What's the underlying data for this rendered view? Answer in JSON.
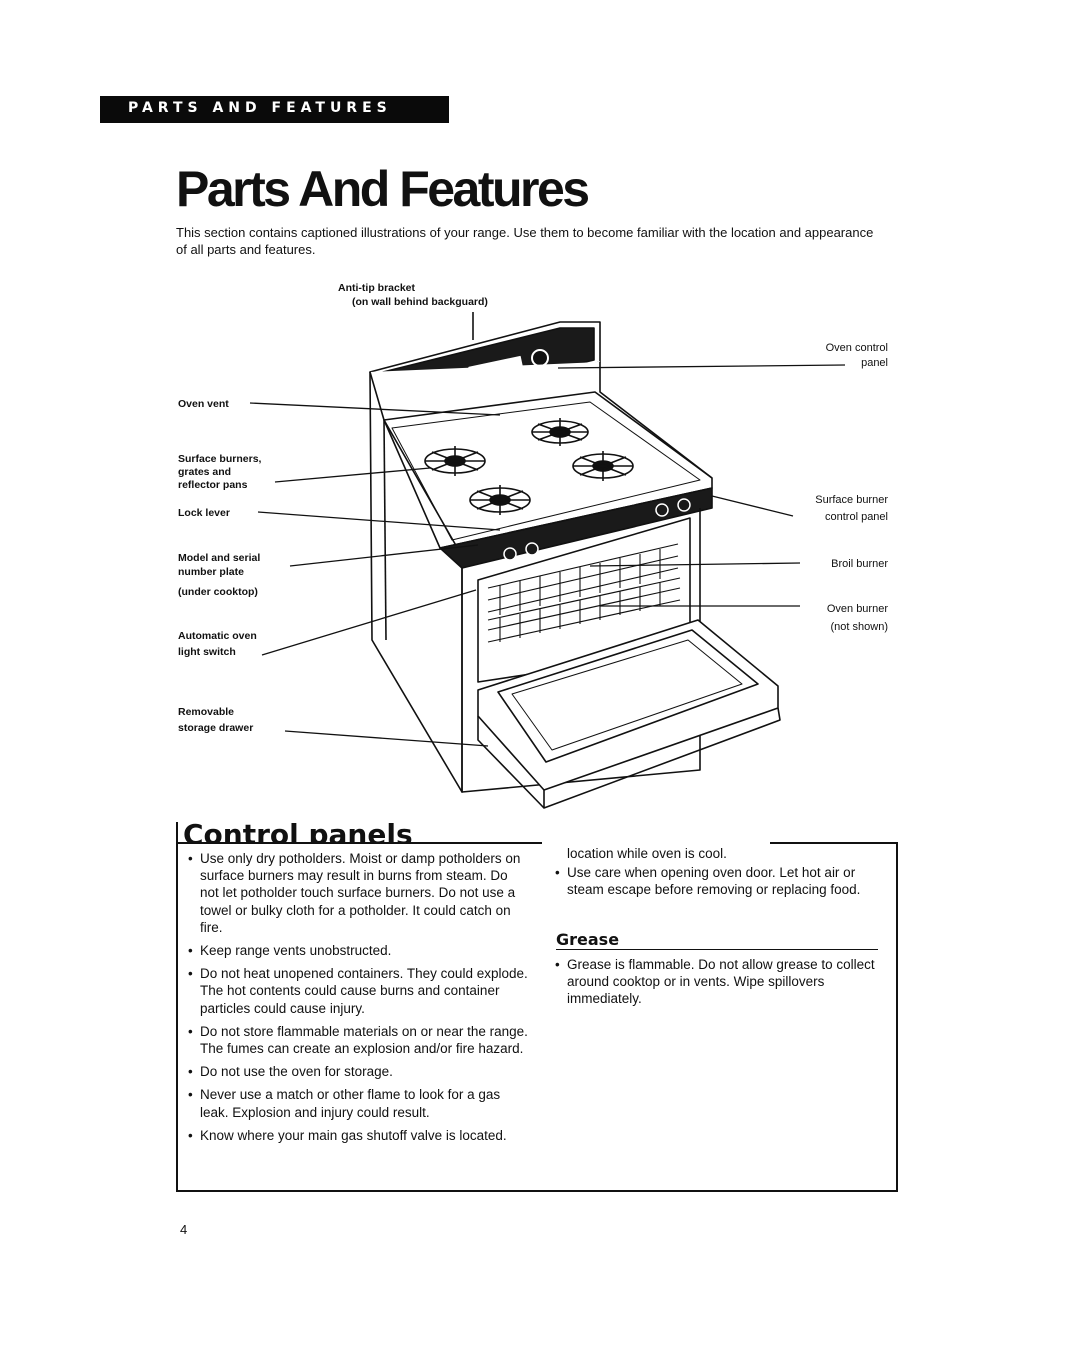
{
  "section_banner": "PARTS AND FEATURES",
  "page_title": "Parts And Features",
  "intro": "This section contains captioned illustrations of your range. Use them to become familiar with the location and appearance of all parts and features.",
  "diagram": {
    "labels": {
      "anti_tip": "Anti-tip bracket",
      "anti_tip_sub": "(on wall behind backguard)",
      "oven_vent": "Oven vent",
      "surface_burners_1": "Surface burners,",
      "surface_burners_2": "grates and",
      "surface_burners_3": "reflector pans",
      "lock_lever": "Lock lever",
      "model_serial_1": "Model and serial",
      "model_serial_2": "number plate",
      "model_serial_3": "(under cooktop)",
      "auto_light_1": "Automatic oven",
      "auto_light_2": "light switch",
      "storage_drawer_1": "Removable",
      "storage_drawer_2": "storage drawer",
      "oven_control_1": "Oven control",
      "oven_control_2": "panel",
      "surface_control_1": "Surface burner",
      "surface_control_2": "control panel",
      "broil_burner": "Broil burner",
      "oven_burner_1": "Oven burner",
      "oven_burner_2": "(not shown)"
    }
  },
  "control_heading": "Control panels",
  "left_bullets": [
    "Use only dry potholders. Moist or damp potholders on surface burners may result in burns from steam. Do not let potholder touch surface burners. Do not use a towel or bulky cloth for a potholder. It could catch on fire.",
    "Keep range vents unobstructed.",
    "Do not heat unopened containers. They could explode. The hot contents could cause burns and container particles could cause injury.",
    "Do not store flammable materials on or near the range. The fumes can create an explosion and/or fire hazard.",
    "Do not use the oven for storage.",
    "Never use a match or other flame to look for a gas leak. Explosion and injury could result.",
    "Know where your main gas shutoff valve is located."
  ],
  "right_fragment": "location while oven is cool.",
  "right_bullets": [
    "Use care when opening oven door. Let hot air or steam escape before removing or replacing food."
  ],
  "grease_heading": "Grease",
  "grease_bullets": [
    "Grease is flammable. Do not allow grease to collect around cooktop or in vents. Wipe spillovers immediately."
  ],
  "page_number": "4"
}
